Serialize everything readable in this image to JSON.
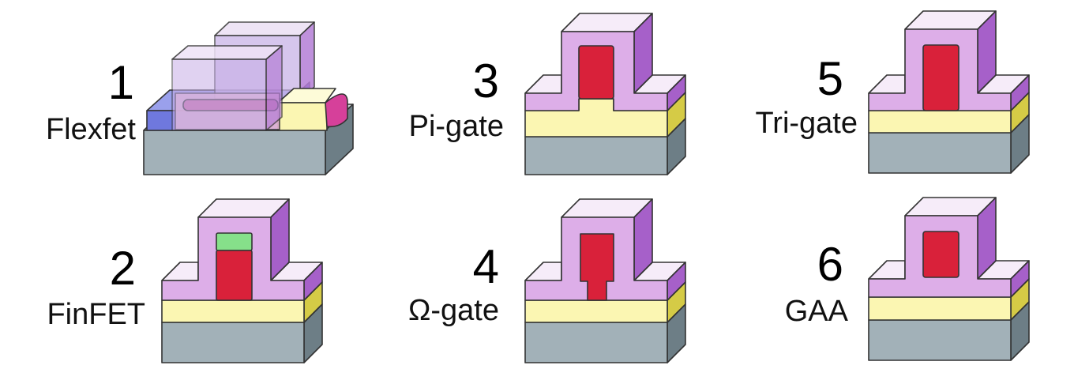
{
  "devices": [
    {
      "number": "1",
      "label": "Flexfet"
    },
    {
      "number": "2",
      "label": "FinFET"
    },
    {
      "number": "3",
      "label": "Pi-gate"
    },
    {
      "number": "4",
      "label": "Ω-gate"
    },
    {
      "number": "5",
      "label": "Tri-gate"
    },
    {
      "number": "6",
      "label": "GAA"
    }
  ],
  "colors": {
    "substrate_front": "#a2b1b8",
    "substrate_side": "#6d7e86",
    "substrate_top": "#cbd5d9",
    "oxide_front": "#fbf6b2",
    "oxide_side": "#d5cb46",
    "oxide_top": "#fdfbd8",
    "gate_front": "#ddaee8",
    "gate_side": "#a660c9",
    "gate_top": "#f6ecf9",
    "channel": "#d9213a",
    "hardmask": "#86e08a",
    "flexfet_blue": "#6f78de",
    "flexfet_pink": "#d6409a"
  }
}
